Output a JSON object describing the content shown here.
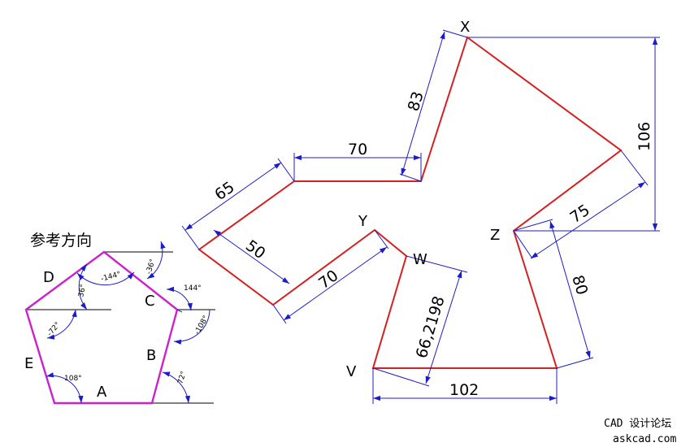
{
  "reference": {
    "title": "参考方向",
    "sides": {
      "A": "A",
      "B": "B",
      "C": "C",
      "D": "D",
      "E": "E"
    },
    "angles": {
      "a108": "108°",
      "a72": "72°",
      "am72": "-72°",
      "am108": "-108°",
      "a144": "144°",
      "am144": "-144°",
      "am36": "-36°",
      "a36": "36°"
    }
  },
  "shape": {
    "points": {
      "X": "X",
      "Y": "Y",
      "Z": "Z",
      "W": "W",
      "V": "V"
    },
    "dimensions": {
      "d83": "83",
      "d70a": "70",
      "d65": "65",
      "d50": "50",
      "d70b": "70",
      "d106": "106",
      "d75": "75",
      "d80": "80",
      "d662198": "66,2198",
      "d102": "102"
    }
  },
  "watermark": {
    "line1": "CAD 设计论坛",
    "line2": "askcad.com"
  },
  "colors": {
    "dimension": "#1c1cc8",
    "shape": "#d42020",
    "pentagon": "#cc22cc"
  }
}
